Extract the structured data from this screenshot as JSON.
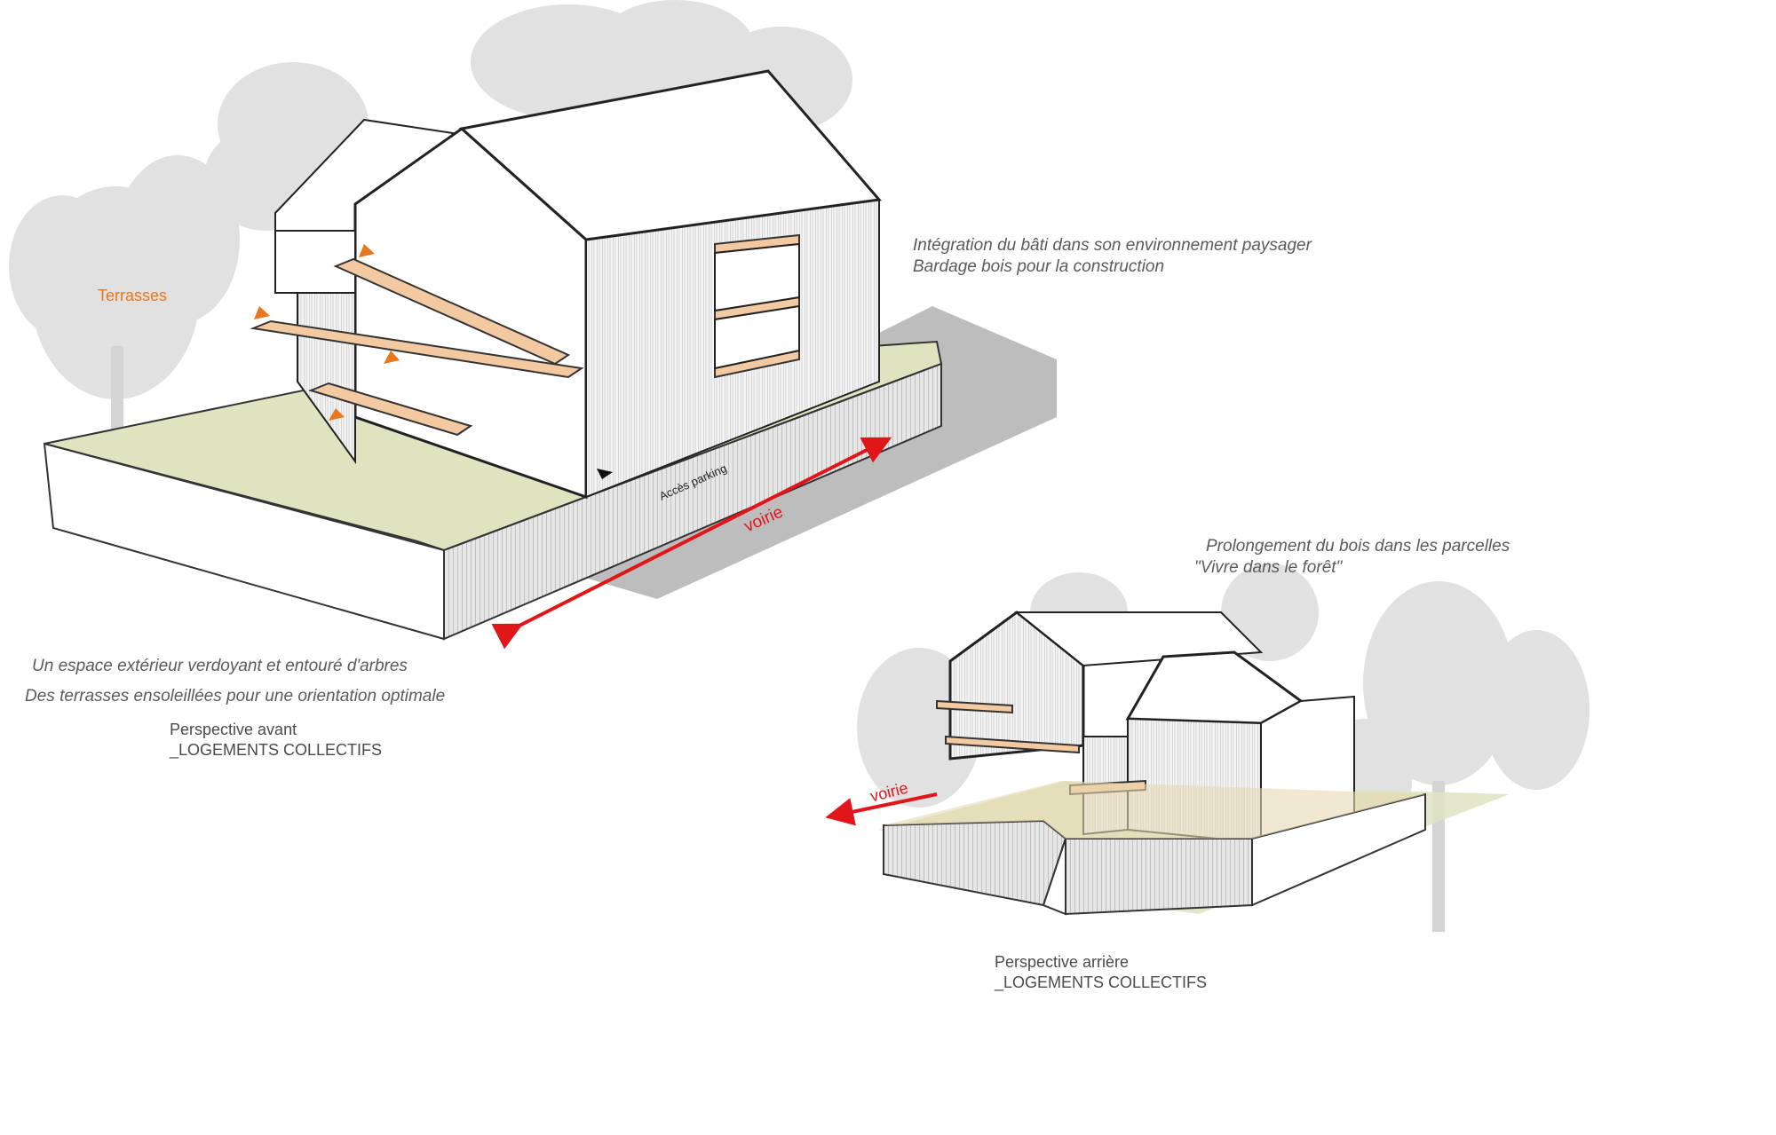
{
  "front": {
    "terrasses": "Terrasses",
    "integration_1": "Intégration du bâti dans son environnement paysager",
    "integration_2": "Bardage bois pour la construction",
    "acces_parking": "Accès parking",
    "voirie": "voirie",
    "outdoor_1": "Un espace extérieur verdoyant et entouré d'arbres",
    "outdoor_2": "Des terrasses ensoleillées pour une orientation optimale",
    "caption_1": "Perspective avant",
    "caption_2": "_LOGEMENTS COLLECTIFS"
  },
  "rear": {
    "prolongement_1": "Prolongement du bois dans les parcelles",
    "prolongement_2": "\"Vivre dans le forêt\"",
    "voirie": "voirie",
    "caption_1": "Perspective arrière",
    "caption_2": "_LOGEMENTS COLLECTIFS"
  },
  "colors": {
    "grass": "#dfe3c0",
    "terrace_wood": "#f2c9a0",
    "arrow_red": "#e0161b",
    "accent_orange": "#e8771e",
    "tree_gray": "#dcdcdc",
    "shadow_gray": "#bdbdbd"
  }
}
